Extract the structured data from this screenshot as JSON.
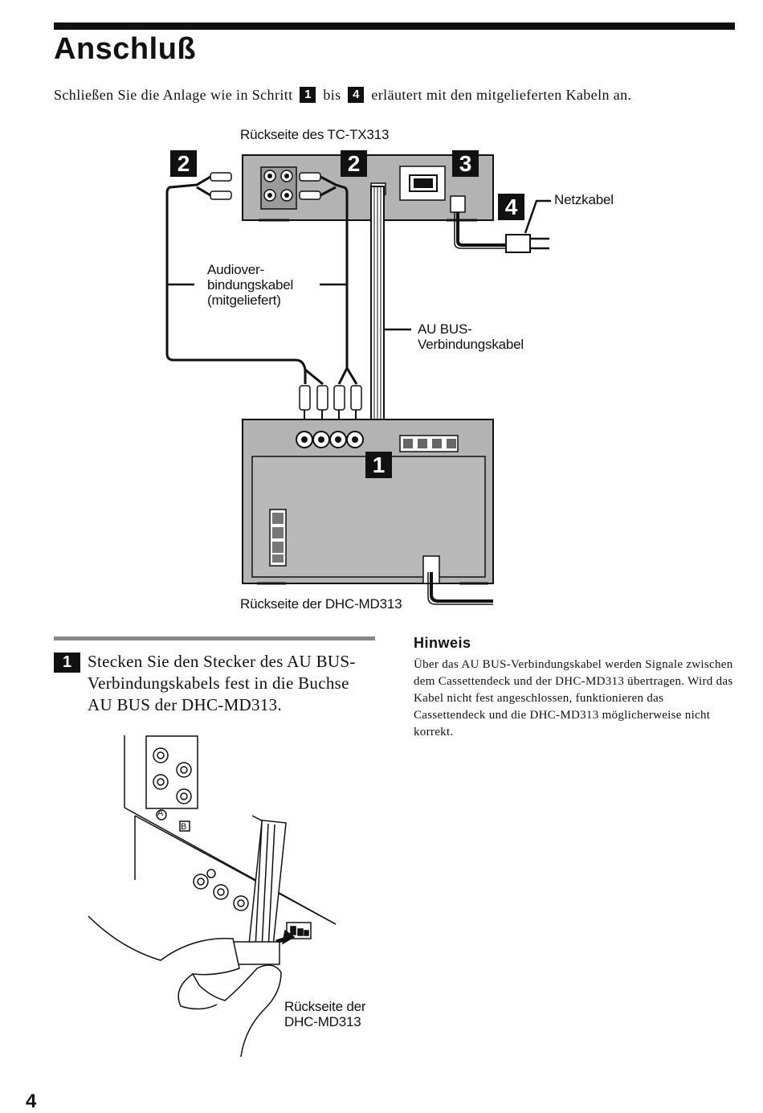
{
  "title": "Anschluß",
  "intro": {
    "before": "Schließen Sie die Anlage wie in Schritt",
    "num_a": "1",
    "mid": "bis",
    "num_b": "4",
    "after": "erläutert mit den mitgelieferten Kabeln an."
  },
  "diagram": {
    "rear_tc_label": "Rückseite des TC-TX313",
    "netzkabel": "Netzkabel",
    "audio_cable": [
      "Audiover-",
      "bindungskabel",
      "(mitgeliefert)"
    ],
    "aubus_cable": [
      "AU BUS-",
      "Verbindungskabel"
    ],
    "rear_dhc_label": "Rückseite der DHC-MD313",
    "step_marks": {
      "s2a": "2",
      "s2b": "2",
      "s3": "3",
      "s4": "4",
      "s1": "1"
    }
  },
  "step1": {
    "num": "1",
    "text": "Stecken Sie den Stecker des AU BUS-Verbindungskabels fest in die Buchse AU BUS der DHC-MD313."
  },
  "detail": {
    "jack_a": "A",
    "jack_b": "B",
    "label": [
      "Rückseite der",
      "DHC-MD313"
    ]
  },
  "hinweis": {
    "heading": "Hinweis",
    "text": "Über das AU BUS-Verbindungskabel werden Signale zwischen dem Cassettendeck und der DHC-MD313 übertragen. Wird das Kabel nicht fest angeschlossen, funktionieren das Cassettendeck und die DHC-MD313 möglicherweise nicht korrekt."
  },
  "page_number": "4"
}
